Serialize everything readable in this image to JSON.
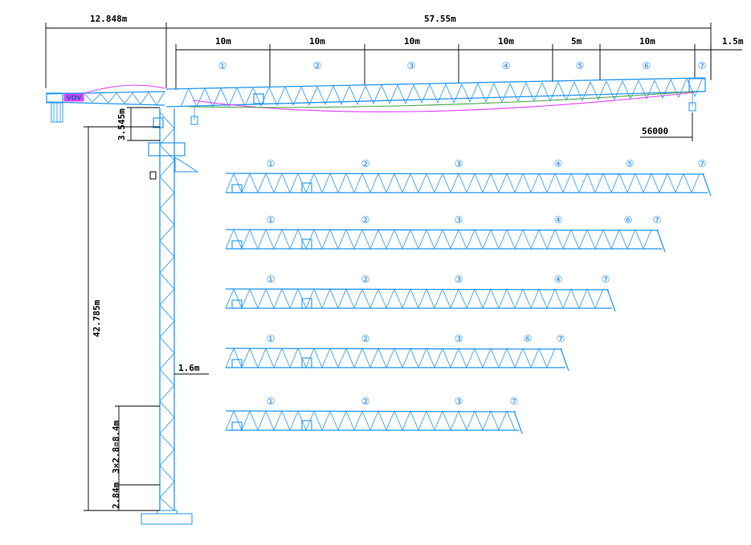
{
  "title_dims": {
    "counter_jib": "12.848m",
    "total_jib": "57.55m",
    "jib_segments": [
      "10m",
      "10m",
      "10m",
      "10m",
      "5m",
      "10m"
    ],
    "jib_tip": "1.5m"
  },
  "side_dims": {
    "height": "42.785m",
    "head": "3.545m",
    "mast_width": "1.6m",
    "section_stack": "3×2.8=8.4m",
    "base": "2.84m",
    "capacity": "56000"
  },
  "counterweight_label": "VOV",
  "main_jib_sections": [
    "①",
    "②",
    "③",
    "④",
    "⑤",
    "⑥",
    "⑦"
  ],
  "configs": [
    {
      "sections": [
        "①",
        "②",
        "③",
        "④",
        "⑤",
        "⑦"
      ]
    },
    {
      "sections": [
        "①",
        "②",
        "③",
        "④",
        "⑥",
        "⑦"
      ]
    },
    {
      "sections": [
        "①",
        "②",
        "③",
        "④",
        "⑦"
      ]
    },
    {
      "sections": [
        "①",
        "②",
        "③",
        "⑥",
        "⑦"
      ]
    },
    {
      "sections": [
        "①",
        "②",
        "③",
        "⑦"
      ]
    }
  ],
  "colors": {
    "truss": "#2196f3",
    "trolley_rope": "#e040fb",
    "tie_rope": "#43a047",
    "dimension": "#000000"
  }
}
